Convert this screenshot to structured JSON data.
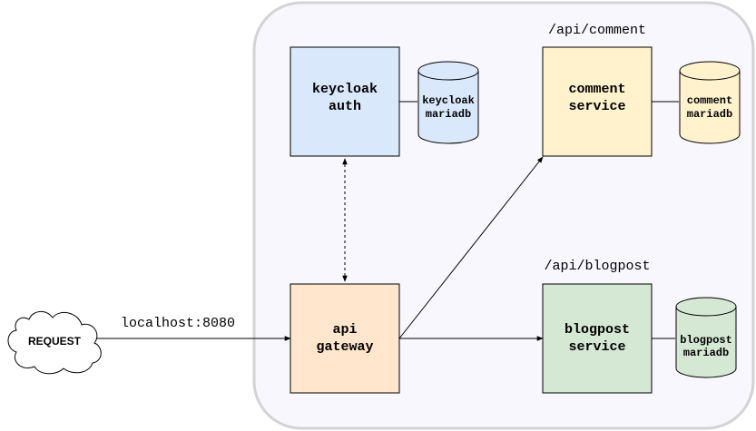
{
  "request": {
    "label": "REQUEST"
  },
  "edge_label_request": "localhost:8080",
  "route_labels": {
    "comment": "/api/comment",
    "blogpost": "/api/blogpost"
  },
  "services": {
    "keycloak": {
      "line1": "keycloak",
      "line2": "auth"
    },
    "gateway": {
      "line1": "api",
      "line2": "gateway"
    },
    "comment": {
      "line1": "comment",
      "line2": "service"
    },
    "blogpost": {
      "line1": "blogpost",
      "line2": "service"
    }
  },
  "databases": {
    "keycloak": {
      "line1": "keycloak",
      "line2": "mariadb"
    },
    "comment": {
      "line1": "comment",
      "line2": "mariadb"
    },
    "blogpost": {
      "line1": "blogpost",
      "line2": "mariadb"
    }
  },
  "colors": {
    "keycloak_fill": "#dae8fc",
    "gateway_fill": "#ffe6cc",
    "comment_fill": "#fff2cc",
    "blogpost_fill": "#d5e8d4",
    "container_fill": "#f9f7fe",
    "container_stroke": "#d3d3d3",
    "stroke": "#000000"
  }
}
